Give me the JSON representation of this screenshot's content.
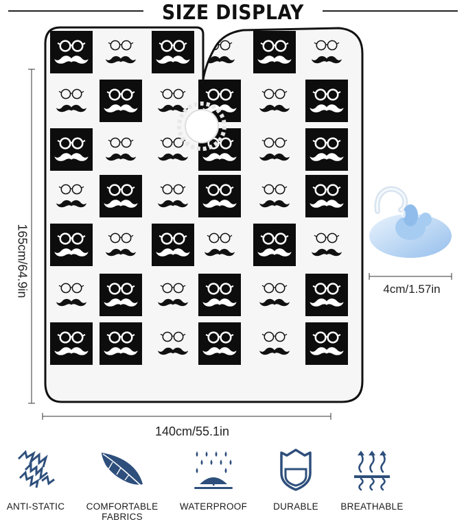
{
  "header": {
    "title": "SIZE DISPLAY"
  },
  "dimensions": {
    "height_label": "165cm/64.9in",
    "width_label": "140cm/55.1in",
    "hook_label": "4cm/1.57in"
  },
  "features": [
    {
      "label": "ANTI-STATIC",
      "icon": "anti-static-icon"
    },
    {
      "label": "COMFORTABLE FABRICS",
      "icon": "feather-icon"
    },
    {
      "label": "WATERPROOF",
      "icon": "umbrella-rain-icon"
    },
    {
      "label": "DURABLE",
      "icon": "shield-icon"
    },
    {
      "label": "BREATHABLE",
      "icon": "heat-waves-icon"
    }
  ],
  "colors": {
    "icon": "#2e4f7c",
    "pattern_black": "#0d0d0d",
    "cape_background": "#f6f6f6",
    "hook": "#9ec5ef"
  }
}
